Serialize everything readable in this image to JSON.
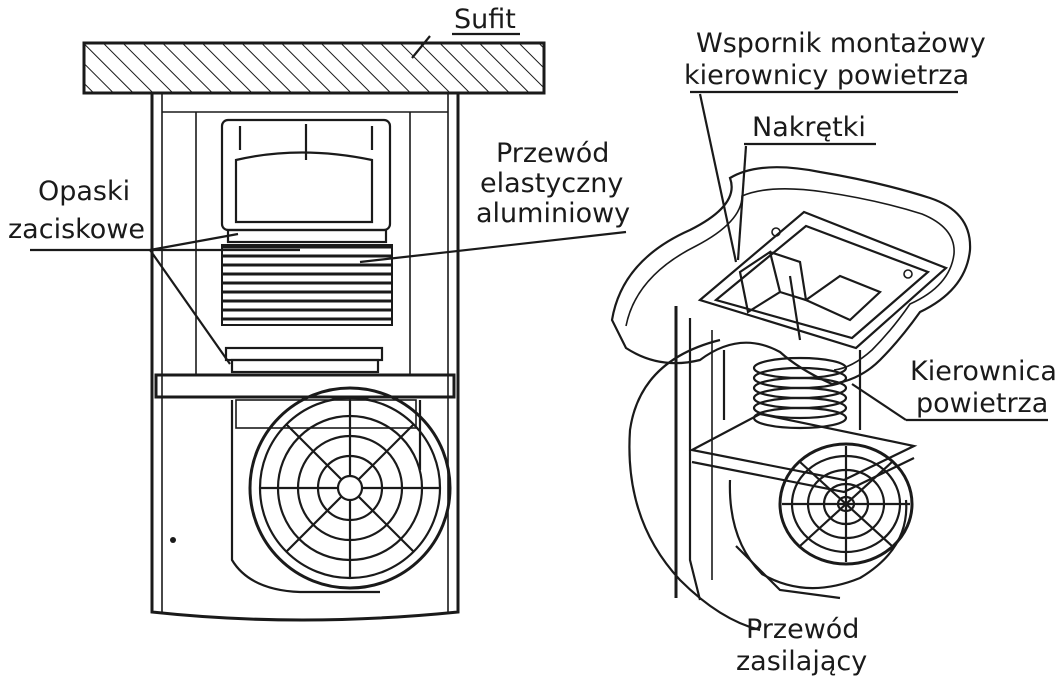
{
  "labels": {
    "ceiling": "Sufit",
    "clamps_line1": "Opaski",
    "clamps_line2": "zaciskowe",
    "duct_line1": "Przewód",
    "duct_line2": "elastyczny",
    "duct_line3": "aluminiowy",
    "bracket_line1": "Wspornik montażowy",
    "bracket_line2": "kierownicy powietrza",
    "nuts": "Nakrętki",
    "deflector_line1": "Kierownica",
    "deflector_line2": "powietrza",
    "cable_line1": "Przewód",
    "cable_line2": "zasilający"
  }
}
